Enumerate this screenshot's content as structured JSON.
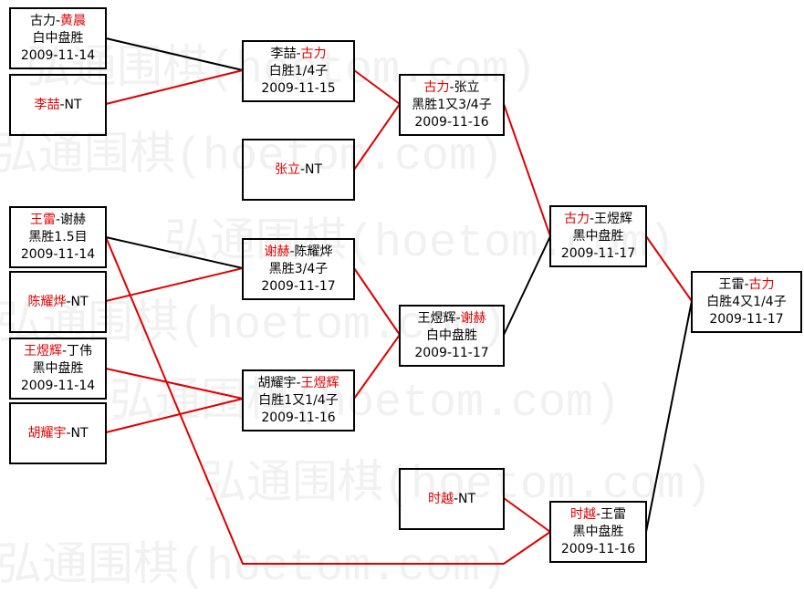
{
  "watermark": "弘通围棋(hoetom.com)",
  "colors": {
    "winner": "#e00000",
    "line_win": "#e00000",
    "line_loss": "#000000"
  },
  "matches": {
    "m1": {
      "p1": "古力",
      "sep": "-",
      "p2": "黄晨",
      "winner": "p2",
      "result": "白中盘胜",
      "date": "2009-11-14"
    },
    "m2": {
      "p1": "李喆",
      "sep": "-",
      "p2": "NT",
      "winner": "p1",
      "result": "",
      "date": ""
    },
    "m3": {
      "p1": "王雷",
      "sep": "-",
      "p2": "谢赫",
      "winner": "p1",
      "result": "黑胜1.5目",
      "date": "2009-11-14"
    },
    "m4": {
      "p1": "陈耀烨",
      "sep": "-",
      "p2": "NT",
      "winner": "p1",
      "result": "",
      "date": ""
    },
    "m5": {
      "p1": "王煜辉",
      "sep": "-",
      "p2": "丁伟",
      "winner": "p1",
      "result": "黑中盘胜",
      "date": "2009-11-14"
    },
    "m6": {
      "p1": "胡耀宇",
      "sep": "-",
      "p2": "NT",
      "winner": "p1",
      "result": "",
      "date": ""
    },
    "r2a": {
      "p1": "李喆",
      "sep": "-",
      "p2": "古力",
      "winner": "p2",
      "result": "白胜1/4子",
      "date": "2009-11-15"
    },
    "r2b": {
      "p1": "张立",
      "sep": "-",
      "p2": "NT",
      "winner": "p1",
      "result": "",
      "date": ""
    },
    "r2c": {
      "p1": "谢赫",
      "sep": "-",
      "p2": "陈耀烨",
      "winner": "p1",
      "result": "黑胜3/4子",
      "date": "2009-11-17"
    },
    "r2d": {
      "p1": "胡耀宇",
      "sep": "-",
      "p2": "王煜辉",
      "winner": "p2",
      "result": "白胜1又1/4子",
      "date": "2009-11-16"
    },
    "r3a": {
      "p1": "古力",
      "sep": "-",
      "p2": "张立",
      "winner": "p1",
      "result": "黑胜1又3/4子",
      "date": "2009-11-16"
    },
    "r3b": {
      "p1": "王煜辉",
      "sep": "-",
      "p2": "谢赫",
      "winner": "p2",
      "result": "白中盘胜",
      "date": "2009-11-17"
    },
    "r3c": {
      "p1": "时越",
      "sep": "-",
      "p2": "NT",
      "winner": "p1",
      "result": "",
      "date": ""
    },
    "r4a": {
      "p1": "古力",
      "sep": "-",
      "p2": "王煜辉",
      "winner": "p1",
      "result": "黑中盘胜",
      "date": "2009-11-17"
    },
    "r4b": {
      "p1": "时越",
      "sep": "-",
      "p2": "王雷",
      "winner": "p1",
      "result": "黑中盘胜",
      "date": "2009-11-16"
    },
    "final": {
      "p1": "王雷",
      "sep": "-",
      "p2": "古力",
      "winner": "p2",
      "result": "白胜4又1/4子",
      "date": "2009-11-17"
    }
  }
}
